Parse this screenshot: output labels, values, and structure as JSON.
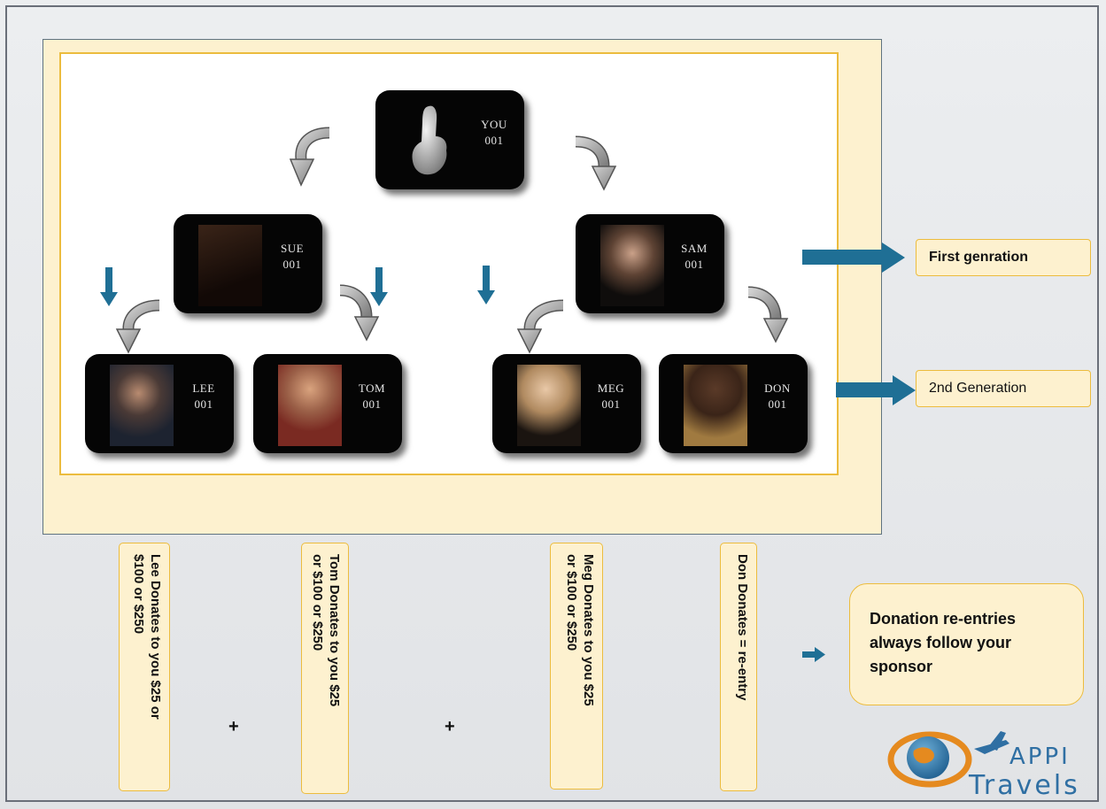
{
  "tree": {
    "root": {
      "name": "YOU",
      "id": "001",
      "icon": "pointing-hand-icon"
    },
    "first_generation": [
      {
        "name": "SUE",
        "id": "001"
      },
      {
        "name": "SAM",
        "id": "001"
      }
    ],
    "second_generation": [
      {
        "name": "LEE",
        "id": "001"
      },
      {
        "name": "TOM",
        "id": "001"
      },
      {
        "name": "MEG",
        "id": "001"
      },
      {
        "name": "DON",
        "id": "001"
      }
    ]
  },
  "labels": {
    "first_generation": "First genration",
    "second_generation": "2nd Generation"
  },
  "donations": [
    {
      "lines": [
        "Lee Donates to you  $25 or",
        "$100 or $250"
      ]
    },
    {
      "lines": [
        "Tom Donates to you $25",
        "or $100 or $250"
      ]
    },
    {
      "lines": [
        "Meg Donates to you $25",
        "or $100 or $250"
      ]
    },
    {
      "lines": [
        "Don Donates = re-entry"
      ]
    }
  ],
  "operators": [
    "+",
    "+"
  ],
  "callout": {
    "lines": [
      "Donation re-entries",
      "always follow your",
      "sponsor"
    ]
  },
  "logo": {
    "line1": "APPI",
    "line2": "Travels",
    "icon": "globe-airplane-icon"
  },
  "colors": {
    "accent_blue": "#1f6f95",
    "panel_yellow": "#fdf1cf",
    "panel_border": "#ecbc3e",
    "node_black": "#050505",
    "curved_arrow_gray": "#9b9b9b"
  }
}
